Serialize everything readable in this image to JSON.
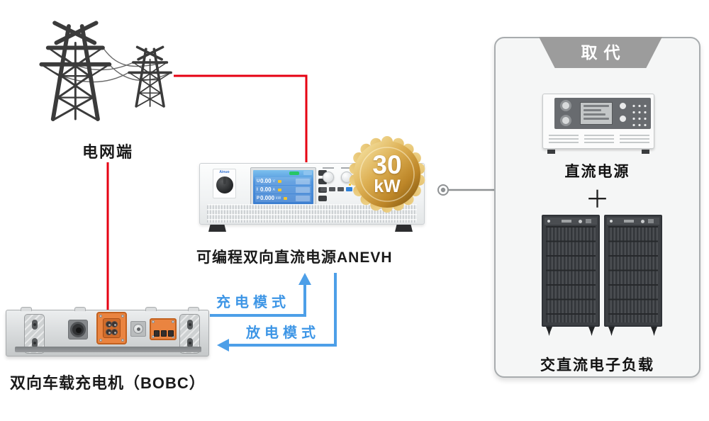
{
  "labels": {
    "grid": "电网端",
    "psu": "可编程双向直流电源ANEVH",
    "bobc": "双向车载充电机（BOBC）",
    "charge_mode": "充电模式",
    "discharge_mode": "放电模式"
  },
  "badge": {
    "value": "30",
    "unit": "kW"
  },
  "device": {
    "brand": "Ainuo",
    "screen_rows": [
      {
        "sym": "U",
        "value": "0.00",
        "unit": "V"
      },
      {
        "sym": "I",
        "value": "0.00",
        "unit": "A"
      },
      {
        "sym": "P",
        "value": "0.000",
        "unit": "kW"
      }
    ]
  },
  "replace_panel": {
    "banner": "取代",
    "dc_supply_label": "直流电源",
    "plus": "＋",
    "load_label": "交直流电子负载"
  },
  "colors": {
    "line_red": "#e60012",
    "line_blue": "#4d9fe8",
    "text_blue": "#3e96e6",
    "banner_gray": "#9c9c9c",
    "badge_gold_light": "#f6e3a3",
    "badge_gold_dark": "#7d5510",
    "connector_orange": "#ea8440"
  }
}
